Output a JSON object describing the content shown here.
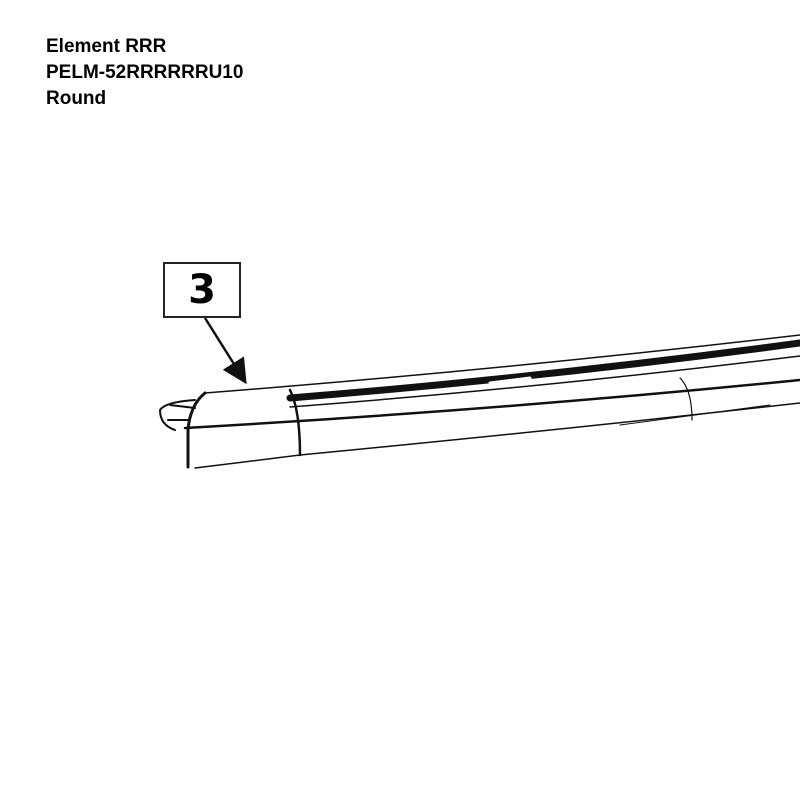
{
  "header": {
    "lines": [
      "Element RRR",
      "PELM-52RRRRRRU10",
      "Round"
    ]
  },
  "diagram": {
    "callout_number": "3",
    "part": "wiper-blade-end-cap"
  }
}
